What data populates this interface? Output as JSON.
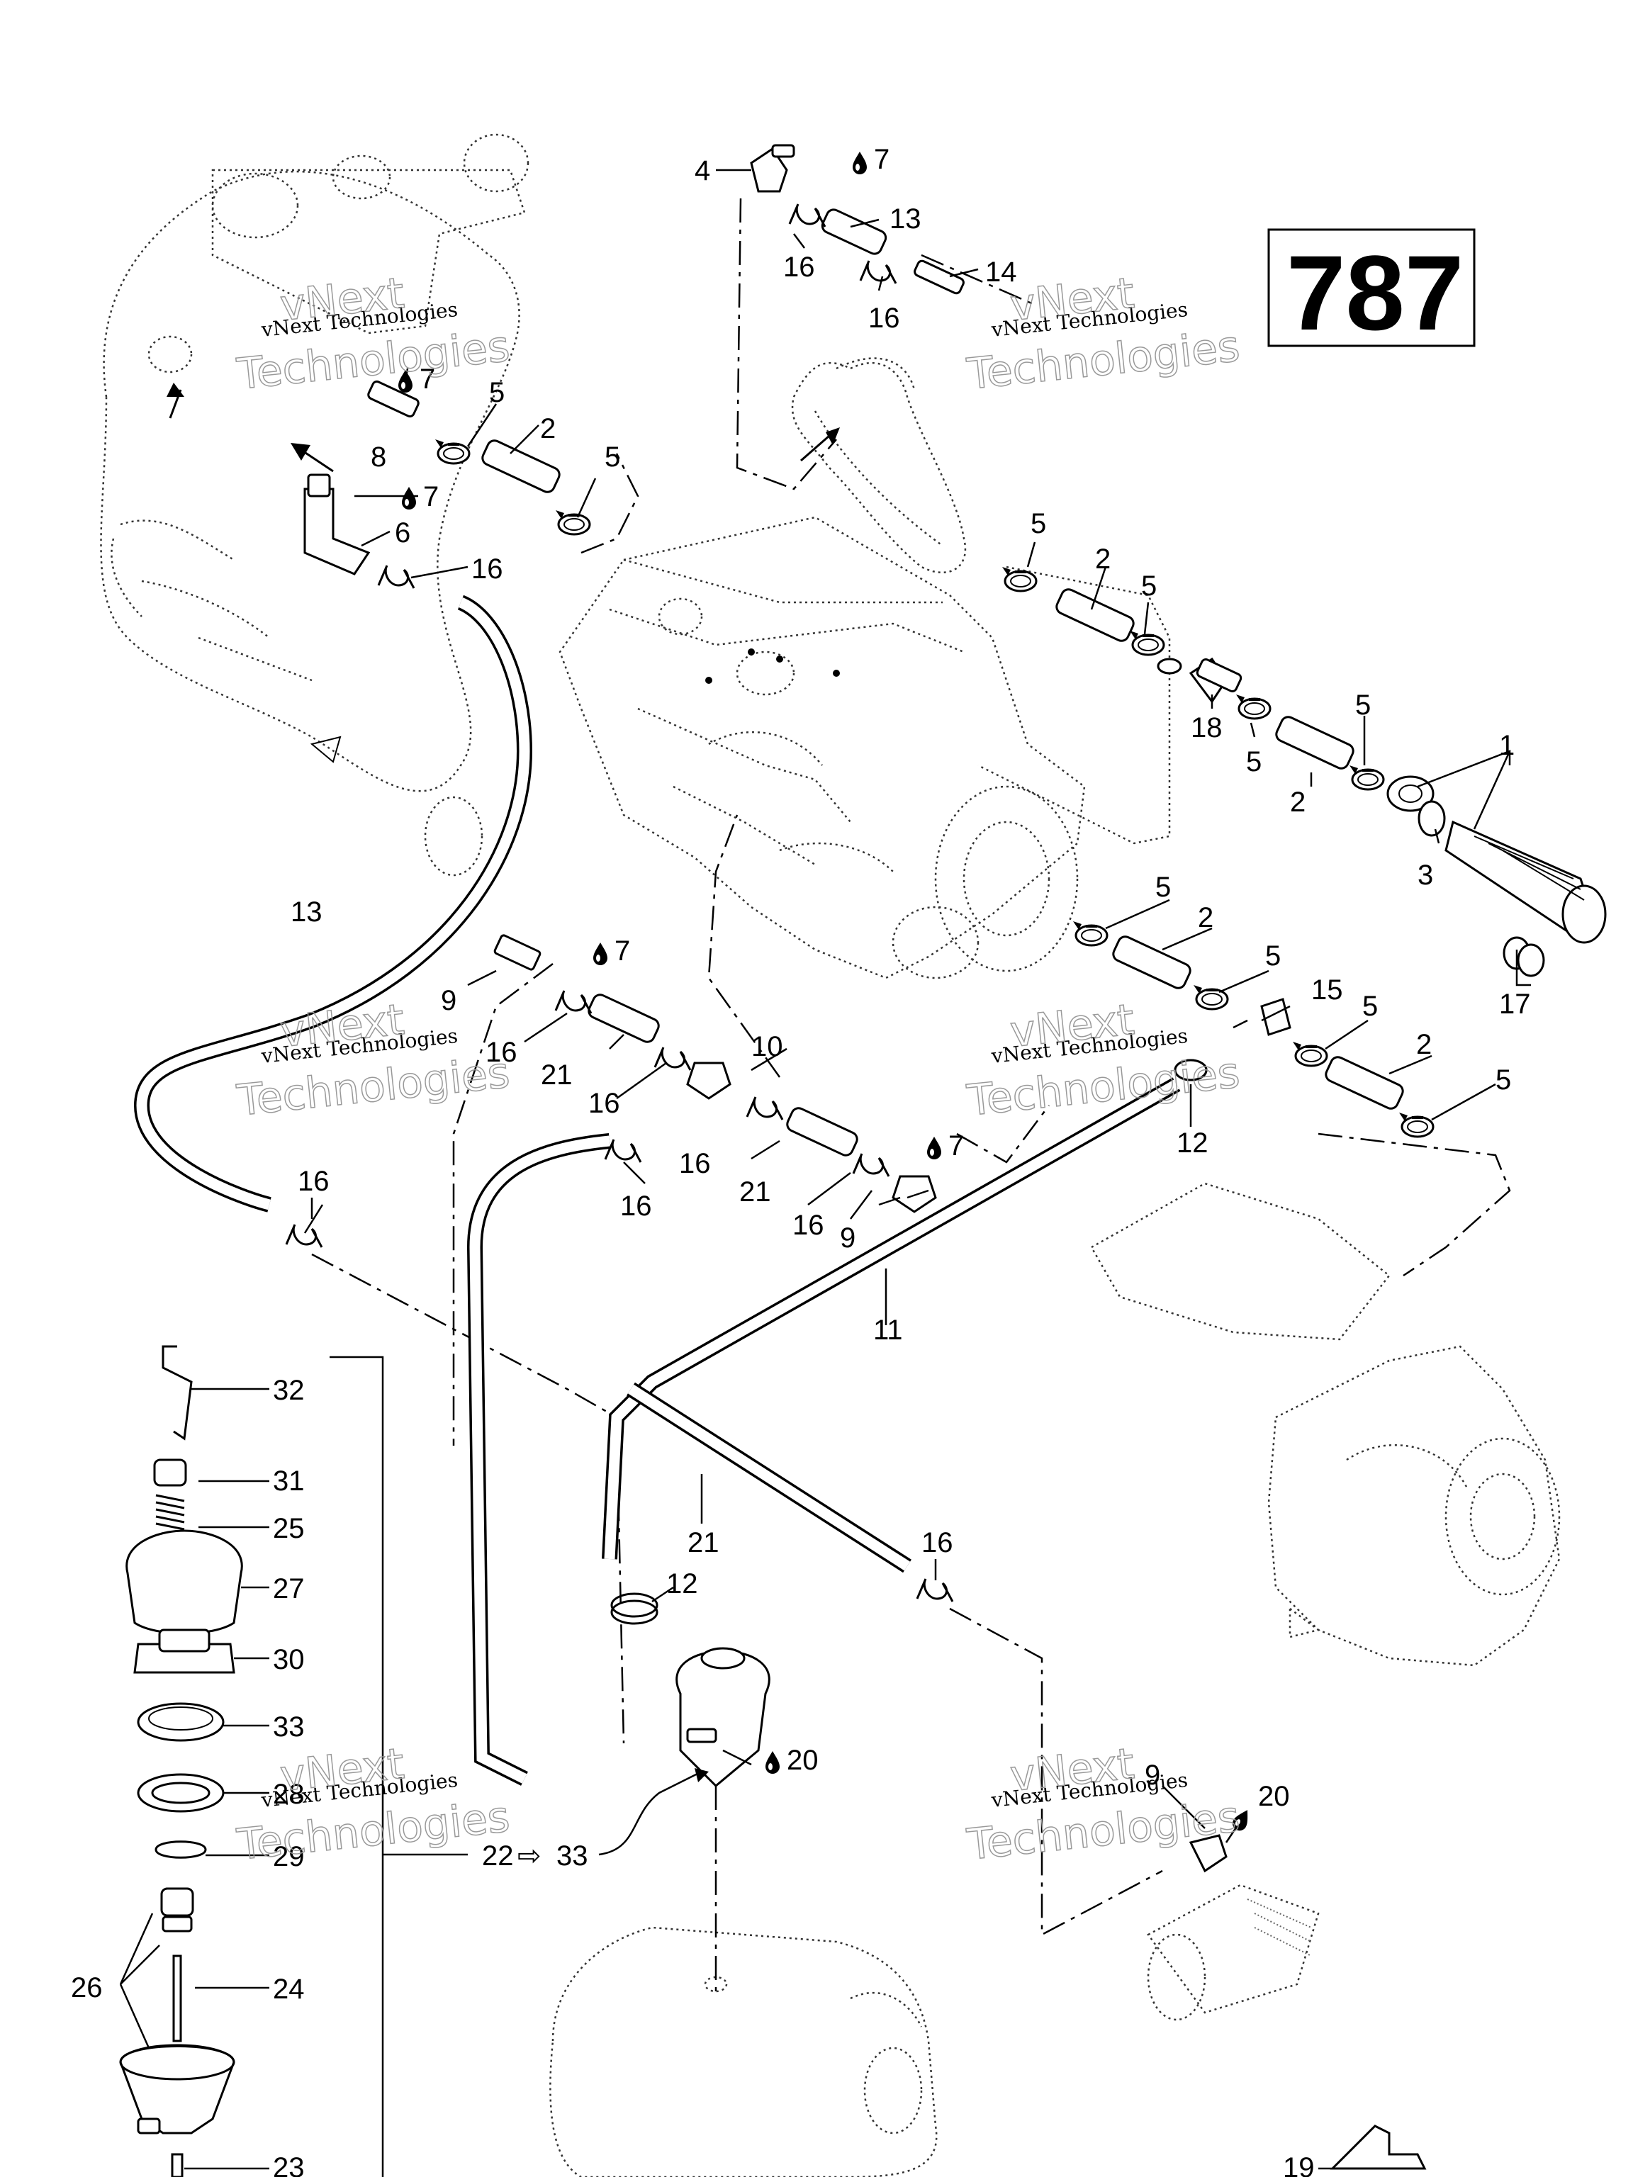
{
  "diagram_code": "787",
  "watermark": {
    "line1": "vNext Technologies",
    "line2": "vNext",
    "line3": "Technologies"
  },
  "arrow_symbol": "⇨",
  "callouts": {
    "c1": "1",
    "c2a": "2",
    "c2b": "2",
    "c2c": "2",
    "c2d": "2",
    "c2e": "2",
    "c3": "3",
    "c4": "4",
    "c5a": "5",
    "c5b": "5",
    "c5c": "5",
    "c5d": "5",
    "c5e": "5",
    "c5f": "5",
    "c5g": "5",
    "c5h": "5",
    "c5i": "5",
    "c5j": "5",
    "c6": "6",
    "c7a": "7",
    "c7b": "7",
    "c7c": "7",
    "c7d": "7",
    "c7e": "7",
    "c8": "8",
    "c9a": "9",
    "c9b": "9",
    "c9c": "9",
    "c10": "10",
    "c11": "11",
    "c12a": "12",
    "c12b": "12",
    "c13a": "13",
    "c13b": "13",
    "c14": "14",
    "c15": "15",
    "c16a": "16",
    "c16b": "16",
    "c16c": "16",
    "c16d": "16",
    "c16e": "16",
    "c16f": "16",
    "c16g": "16",
    "c16h": "16",
    "c16i": "16",
    "c17": "17",
    "c18": "18",
    "c19": "19",
    "c20a": "20",
    "c20b": "20",
    "c21a": "21",
    "c21b": "21",
    "c21c": "21",
    "c22": "22",
    "c23": "23",
    "c24": "24",
    "c25": "25",
    "c26": "26",
    "c27": "27",
    "c28": "28",
    "c29": "29",
    "c30": "30",
    "c31": "31",
    "c32": "32",
    "c33a": "33",
    "c33b": "33"
  },
  "icons": {
    "drop": "sealant-drop-icon",
    "arrow": "hollow-arrow-icon"
  }
}
